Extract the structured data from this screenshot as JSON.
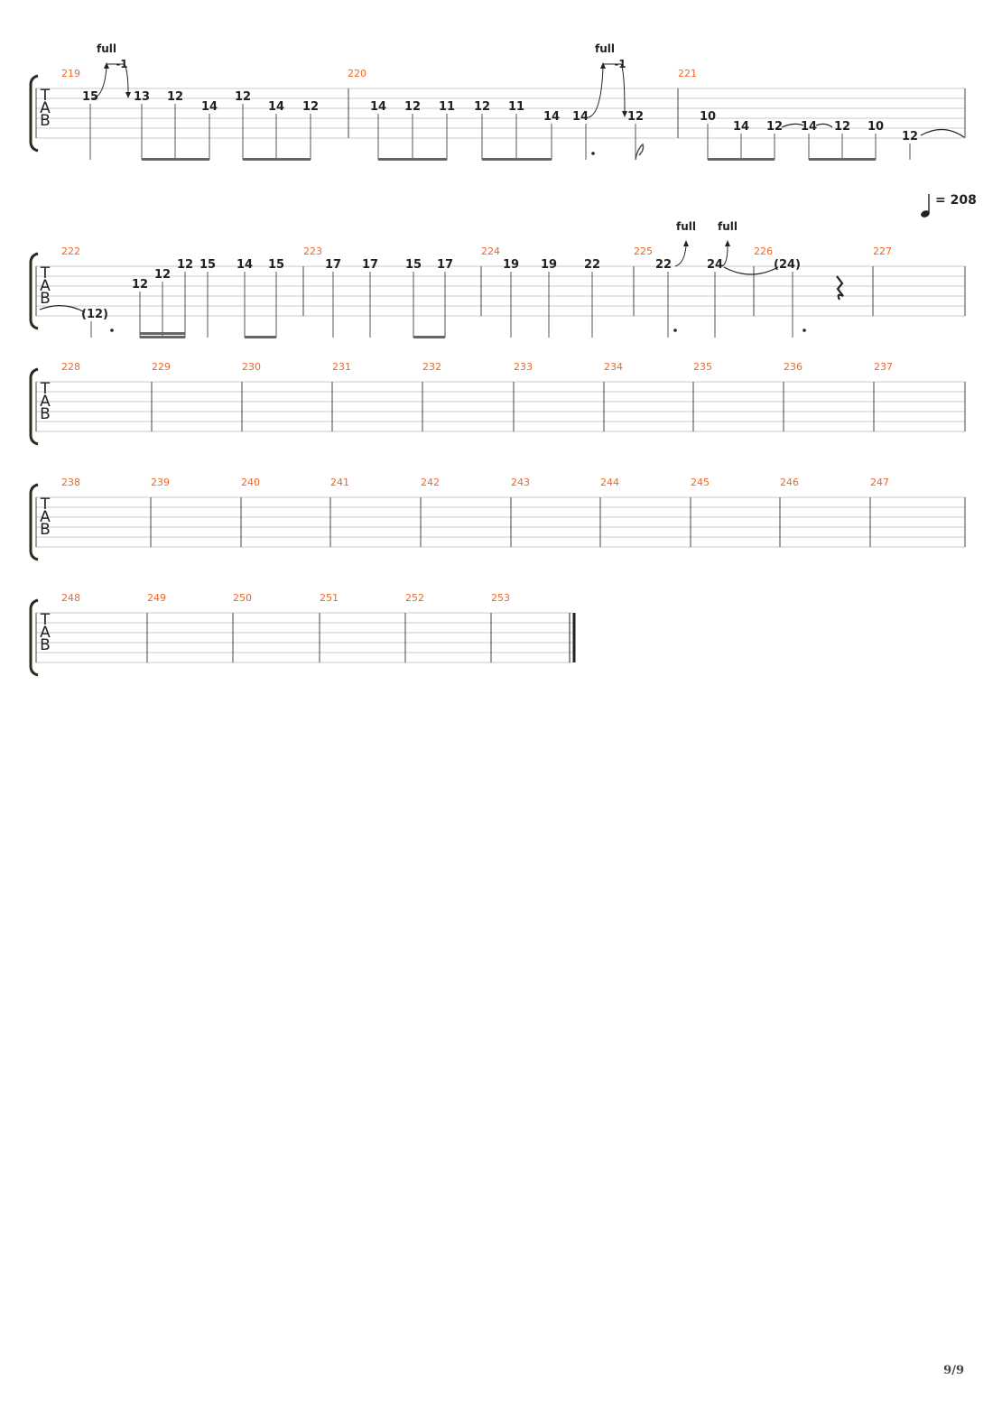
{
  "tab_clef": [
    "T",
    "A",
    "B"
  ],
  "measure_numbers": [
    "219",
    "220",
    "221",
    "222",
    "223",
    "224",
    "225",
    "226",
    "227",
    "228",
    "229",
    "230",
    "231",
    "232",
    "233",
    "234",
    "235",
    "236",
    "237",
    "238",
    "239",
    "240",
    "241",
    "242",
    "243",
    "244",
    "245",
    "246",
    "247",
    "248",
    "249",
    "250",
    "251",
    "252",
    "253"
  ],
  "tempo": {
    "symbol": "♩",
    "text": "= 208"
  },
  "bend_labels": {
    "full": "full",
    "release": "-1"
  },
  "frets": {
    "m219": [
      "15",
      "13",
      "12",
      "14",
      "12",
      "14",
      "12"
    ],
    "m220": [
      "14",
      "12",
      "11",
      "12",
      "11",
      "14",
      "14",
      "12"
    ],
    "m221": [
      "10",
      "14",
      "12",
      "14",
      "12",
      "10",
      "12"
    ],
    "m222": [
      "(12)",
      "12",
      "12",
      "12",
      "15",
      "14",
      "15"
    ],
    "m223": [
      "17",
      "17",
      "15",
      "17"
    ],
    "m224": [
      "19",
      "19",
      "22"
    ],
    "m225": [
      "22",
      "24"
    ],
    "m226": [
      "(24)"
    ]
  },
  "page_number": "9/9",
  "colors": {
    "measure_number": "#f26522",
    "staff_line": "#c8c8c8",
    "ink": "#222222"
  }
}
